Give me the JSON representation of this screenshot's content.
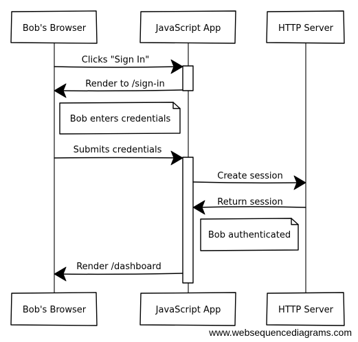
{
  "participants": [
    {
      "id": "browser",
      "label": "Bob's Browser"
    },
    {
      "id": "app",
      "label": "JavaScript App"
    },
    {
      "id": "server",
      "label": "HTTP Server"
    }
  ],
  "messages": [
    {
      "from": "browser",
      "to": "app",
      "label": "Clicks \"Sign In\""
    },
    {
      "from": "app",
      "to": "browser",
      "label": "Render to /sign-in"
    },
    {
      "from": "browser",
      "to": "app",
      "label": "Submits credentials"
    },
    {
      "from": "app",
      "to": "server",
      "label": "Create session"
    },
    {
      "from": "server",
      "to": "app",
      "label": "Return session"
    },
    {
      "from": "app",
      "to": "browser",
      "label": "Render /dashboard"
    }
  ],
  "notes": [
    {
      "over": "browser",
      "text": "Bob enters credentials"
    },
    {
      "over": "app",
      "text": "Bob authenticated"
    }
  ],
  "footer": "www.websequencediagrams.com"
}
